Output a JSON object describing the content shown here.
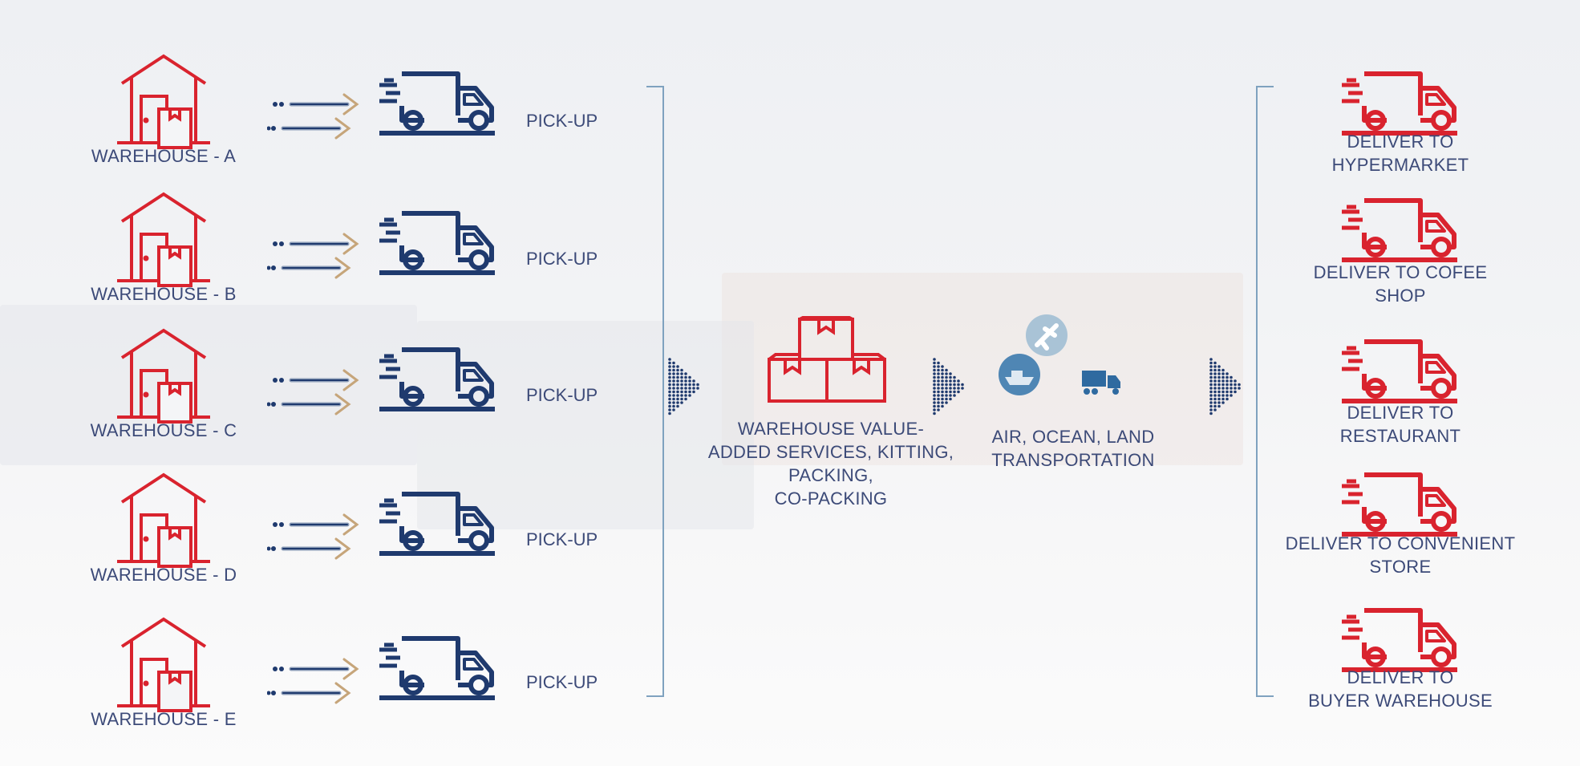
{
  "colors": {
    "red": "#d9232e",
    "navy": "#1f3a6e",
    "text": "#3c4a78",
    "bracket": "#7fa2bf"
  },
  "sources": [
    {
      "label": "WAREHOUSE - A",
      "action": "PICK-UP"
    },
    {
      "label": "WAREHOUSE - B",
      "action": "PICK-UP"
    },
    {
      "label": "WAREHOUSE - C",
      "action": "PICK-UP"
    },
    {
      "label": "WAREHOUSE - D",
      "action": "PICK-UP"
    },
    {
      "label": "WAREHOUSE - E",
      "action": "PICK-UP"
    }
  ],
  "services": {
    "line1": "WAREHOUSE VALUE-",
    "line2": "ADDED SERVICES, KITTING,",
    "line3": "PACKING,",
    "line4": "CO-PACKING"
  },
  "transport": {
    "line1": "AIR, OCEAN, LAND",
    "line2": "TRANSPORTATION"
  },
  "destinations": [
    {
      "line1": "DELIVER TO",
      "line2": "HYPERMARKET"
    },
    {
      "line1": "DELIVER TO COFEE",
      "line2": "SHOP"
    },
    {
      "line1": "DELIVER TO",
      "line2": "RESTAURANT"
    },
    {
      "line1": "DELIVER TO CONVENIENT",
      "line2": "STORE"
    },
    {
      "line1": "DELIVER TO",
      "line2": "BUYER WAREHOUSE"
    }
  ]
}
